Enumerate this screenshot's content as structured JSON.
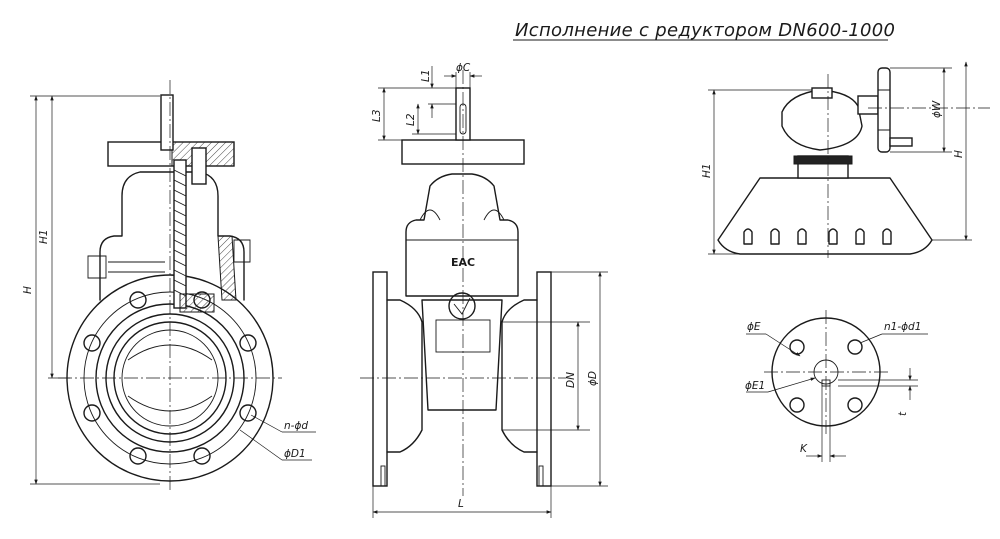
{
  "title": "Исполнение с редуктором DN600-1000",
  "front_view": {
    "dims": {
      "H": "H",
      "H1": "H1",
      "n_d": "n-ϕd",
      "D1": "ϕD1"
    }
  },
  "side_view": {
    "dims": {
      "L1": "L1",
      "L2": "L2",
      "L3": "L3",
      "C": "ϕC",
      "DN": "DN",
      "D": "ϕD",
      "L": "L"
    },
    "mark": "EAC"
  },
  "gear_view": {
    "dims": {
      "H1": "H1",
      "H": "H",
      "W": "ϕW"
    }
  },
  "flange_view": {
    "dims": {
      "E": "ϕE",
      "n1_d1": "n1-ϕd1",
      "E1": "ϕE1",
      "t": "t",
      "K": "K"
    }
  }
}
